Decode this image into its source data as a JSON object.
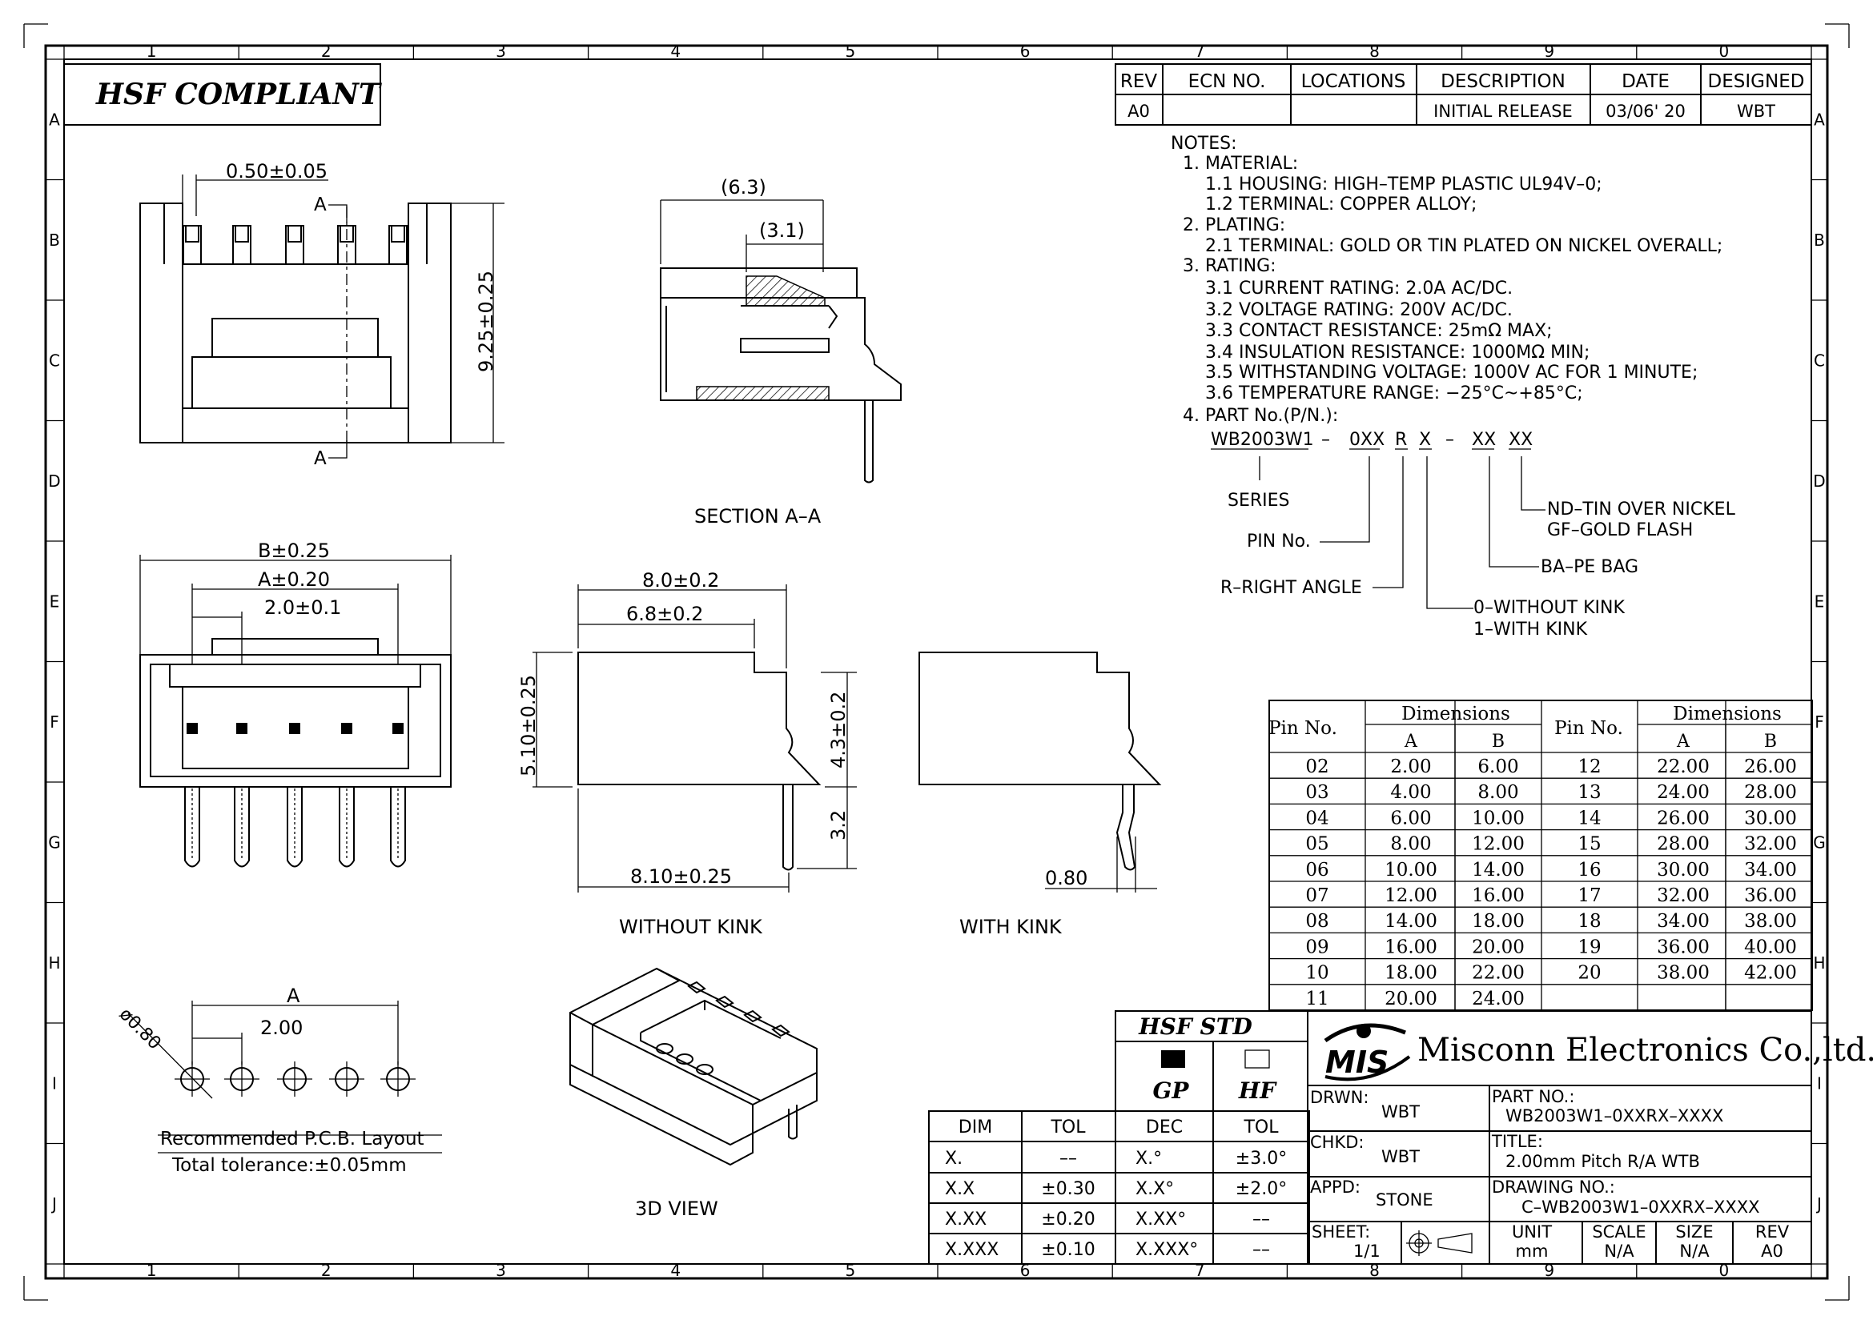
{
  "border": {
    "columns": [
      "1",
      "2",
      "3",
      "4",
      "5",
      "6",
      "7",
      "8",
      "9",
      "0"
    ],
    "rows": [
      "A",
      "B",
      "C",
      "D",
      "E",
      "F",
      "G",
      "H",
      "I",
      "J"
    ]
  },
  "badge": "HSF  COMPLIANT",
  "revision_table": {
    "headers": [
      "REV",
      "ECN  NO.",
      "LOCATIONS",
      "DESCRIPTION",
      "DATE",
      "DESIGNED"
    ],
    "row": [
      "A0",
      "",
      "",
      "INITIAL  RELEASE",
      "03/06' 20",
      "WBT"
    ]
  },
  "notes": [
    "NOTES:",
    "1. MATERIAL:",
    "1.1  HOUSING:  HIGH–TEMP  PLASTIC  UL94V–0;",
    "1.2  TERMINAL:  COPPER  ALLOY;",
    "2. PLATING:",
    "2.1  TERMINAL:  GOLD  OR  TIN  PLATED  ON  NICKEL  OVERALL;",
    "3. RATING:",
    "3.1  CURRENT  RATING:  2.0A  AC/DC.",
    "3.2  VOLTAGE  RATING:  200V  AC/DC.",
    "3.3  CONTACT  RESISTANCE:  25mΩ  MAX;",
    "3.4  INSULATION  RESISTANCE:  1000MΩ  MIN;",
    "3.5  WITHSTANDING  VOLTAGE:  1000V  AC  FOR  1  MINUTE;",
    "3.6  TEMPERATURE  RANGE:  −25°C~+85°C;",
    "4. PART  No.(P/N.):"
  ],
  "part_number": {
    "code": [
      "WB2003W1",
      "–",
      "0XX",
      "R",
      "X",
      "–",
      "XX",
      "XX"
    ],
    "series": "SERIES",
    "pin_no": "PIN  No.",
    "right_angle": "R–RIGHT  ANGLE",
    "kink_0": "0–WITHOUT  KINK",
    "kink_1": "1–WITH  KINK",
    "bag": "BA–PE  BAG",
    "plating_nd": "ND–TIN  OVER  NICKEL",
    "plating_gf": "GF–GOLD  FLASH"
  },
  "dims": {
    "pin_width": "0.50±0.05",
    "height": "9.25±0.25",
    "section_a": "A",
    "sec_outer": "(6.3)",
    "sec_inner": "(3.1)",
    "b": "B±0.25",
    "a": "A±0.20",
    "pitch": "2.0±0.1",
    "len1": "8.0±0.2",
    "len2": "6.8±0.2",
    "h_side": "5.10±0.25",
    "h_right": "4.3±0.2",
    "tail": "3.2",
    "base": "8.10±0.25",
    "kink_w": "0.80",
    "pcb_a": "A",
    "pcb_pitch": "2.00",
    "pcb_hole": "ø0.80"
  },
  "captions": {
    "section": "SECTION  A–A",
    "without_kink": "WITHOUT  KINK",
    "with_kink": "WITH  KINK",
    "pcb1": "Recommended  P.C.B.  Layout",
    "pcb2": "Total  tolerance:±0.05mm",
    "view3d": "3D  VIEW"
  },
  "dim_table": {
    "pin_header": "Pin No.",
    "dimensions": "Dimensions",
    "a": "A",
    "b": "B",
    "rows_left": [
      [
        "02",
        "2.00",
        "6.00"
      ],
      [
        "03",
        "4.00",
        "8.00"
      ],
      [
        "04",
        "6.00",
        "10.00"
      ],
      [
        "05",
        "8.00",
        "12.00"
      ],
      [
        "06",
        "10.00",
        "14.00"
      ],
      [
        "07",
        "12.00",
        "16.00"
      ],
      [
        "08",
        "14.00",
        "18.00"
      ],
      [
        "09",
        "16.00",
        "20.00"
      ],
      [
        "10",
        "18.00",
        "22.00"
      ],
      [
        "11",
        "20.00",
        "24.00"
      ]
    ],
    "rows_right": [
      [
        "12",
        "22.00",
        "26.00"
      ],
      [
        "13",
        "24.00",
        "28.00"
      ],
      [
        "14",
        "26.00",
        "30.00"
      ],
      [
        "15",
        "28.00",
        "32.00"
      ],
      [
        "16",
        "30.00",
        "34.00"
      ],
      [
        "17",
        "32.00",
        "36.00"
      ],
      [
        "18",
        "34.00",
        "38.00"
      ],
      [
        "19",
        "36.00",
        "40.00"
      ],
      [
        "20",
        "38.00",
        "42.00"
      ]
    ]
  },
  "tolerance": {
    "headers": [
      "DIM",
      "TOL"
    ],
    "rows": [
      [
        "X.",
        "––"
      ],
      [
        "X.X",
        "±0.30"
      ],
      [
        "X.XX",
        "±0.20"
      ],
      [
        "X.XXX",
        "±0.10"
      ]
    ],
    "ang_headers": [
      "DEC",
      "TOL"
    ],
    "ang_rows": [
      [
        "X.°",
        "±3.0°"
      ],
      [
        "X.X°",
        "±2.0°"
      ],
      [
        "X.XX°",
        "––"
      ],
      [
        "X.XXX°",
        "––"
      ]
    ]
  },
  "hsf_std": {
    "title": "HSF  STD",
    "gp": "GP",
    "hf": "HF"
  },
  "company": {
    "logo": "MIS",
    "name": "Misconn Electronics Co.,ltd."
  },
  "title_block": {
    "drwn_label": "DRWN:",
    "drwn": "WBT",
    "chkd_label": "CHKD:",
    "chkd": "WBT",
    "appd_label": "APPD:",
    "appd": "STONE",
    "part_label": "PART  NO.:",
    "part": "WB2003W1–0XXRX–XXXX",
    "title_label": "TITLE:",
    "title": "2.00mm  Pitch  R/A  WTB",
    "drawing_label": "DRAWING  NO.:",
    "drawing": "C–WB2003W1–0XXRX–XXXX",
    "sheet_label": "SHEET:",
    "sheet": "1/1",
    "unit_label": "UNIT",
    "unit": "mm",
    "scale_label": "SCALE",
    "scale": "N/A",
    "size_label": "SIZE",
    "size": "N/A",
    "rev_label": "REV",
    "rev": "A0"
  }
}
